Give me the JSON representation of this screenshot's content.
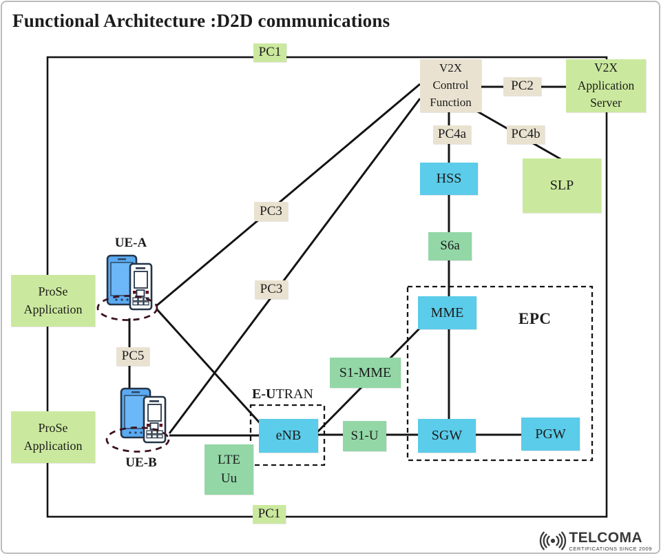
{
  "title": "Functional Architecture :D2D communications",
  "colors": {
    "tan": "#e9e2d0",
    "light-green": "#cbe99e",
    "mid-green": "#93d7a7",
    "cyan": "#5bcce9",
    "line": "#141414",
    "ellipse": "#3c1420",
    "logo": "#3a3a3a"
  },
  "nodes": {
    "pc1_top": "PC1",
    "v2x_control_function": "V2X\nControl\nFunction",
    "pc2": "PC2",
    "v2x_application_server": "V2X\nApplication\nServer",
    "pc4a": "PC4a",
    "pc4b": "PC4b",
    "hss": "HSS",
    "slp": "SLP",
    "pc3_upper": "PC3",
    "pc3_lower": "PC3",
    "ue_a": "UE-A",
    "prose_application_a": "ProSe\nApplication",
    "s6a": "S6a",
    "mme": "MME",
    "epc": "EPC",
    "pc5": "PC5",
    "s1_mme": "S1-MME",
    "e_utran_bold": "E-U",
    "e_utran_rest": "TRAN",
    "enb": "eNB",
    "s1_u": "S1-U",
    "sgw": "SGW",
    "pgw": "PGW",
    "prose_application_b": "ProSe\nApplication",
    "ue_b": "UE-B",
    "lte_uu": "LTE\nUu",
    "pc1_bottom": "PC1"
  },
  "logo": {
    "brand": "TELCOMA",
    "tagline": "CERTIFICATIONS SINCE 2009"
  }
}
